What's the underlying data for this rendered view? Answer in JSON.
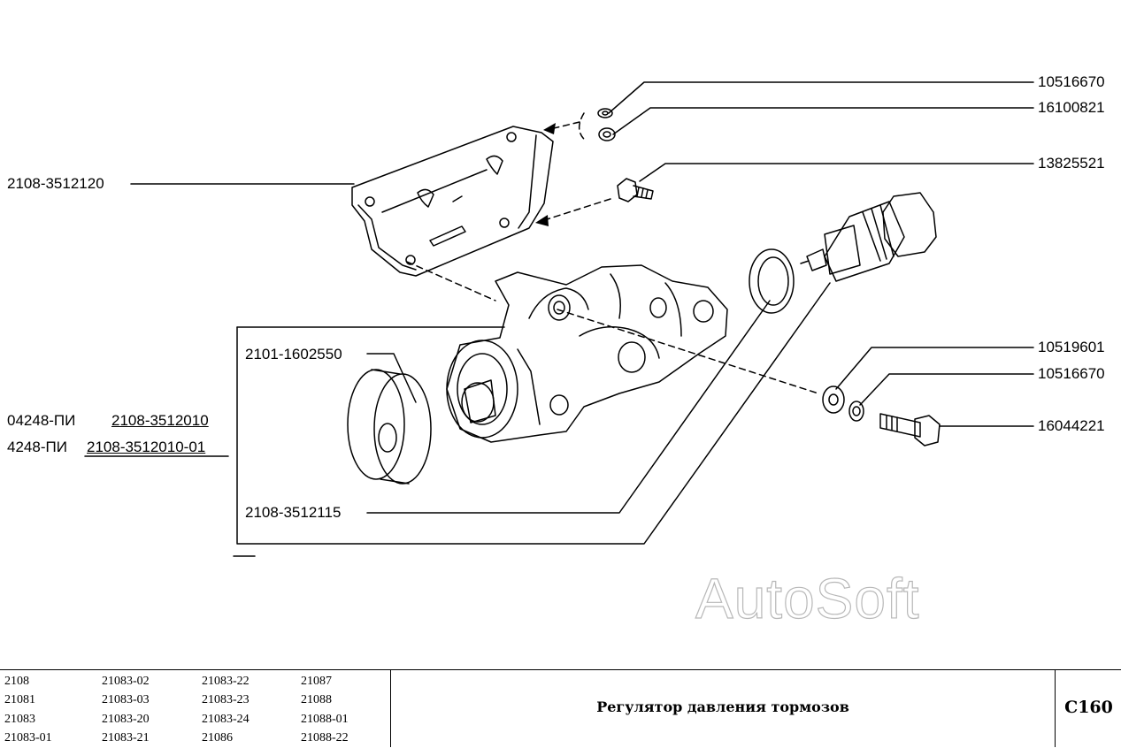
{
  "parts": {
    "nut_top": "10516670",
    "washer_top": "16100821",
    "screw": "13825521",
    "bracket": "2108-3512120",
    "seal_cap": "2101-1602550",
    "catalog_a": "04248-ПИ",
    "assembly_a": "2108-3512010",
    "catalog_b": "4248-ПИ",
    "assembly_b": "2108-3512010-01",
    "gasket": "2108-3512115",
    "washer_flat": "10519601",
    "washer_spring": "10516670",
    "bolt": "16044221"
  },
  "watermark": "AutoSoft",
  "models": [
    [
      "2108",
      "21083-02",
      "21083-22",
      "21087"
    ],
    [
      "21081",
      "21083-03",
      "21083-23",
      "21088"
    ],
    [
      "21083",
      "21083-20",
      "21083-24",
      "21088-01"
    ],
    [
      "21083-01",
      "21083-21",
      "21086",
      "21088-22"
    ]
  ],
  "title": "Регулятор давления тормозов",
  "sheet_code": "C160"
}
